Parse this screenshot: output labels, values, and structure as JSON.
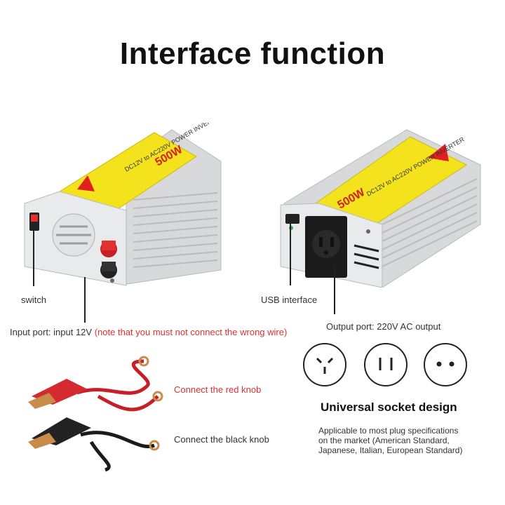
{
  "title": "Interface function",
  "left_device": {
    "label_text": "DC12V to AC220V  POWER INVERTER",
    "wattage": "500W"
  },
  "right_device": {
    "label_text": "DC12V to AC220V  POWER INVERTER",
    "wattage": "500W"
  },
  "callouts": {
    "switch": "switch",
    "usb": "USB interface",
    "input_port": "Input port: input 12V",
    "input_note": "(note that you must not connect the wrong wire)",
    "output_port": "Output port: 220V AC output"
  },
  "clamps": {
    "red_label": "Connect the red knob",
    "black_label": "Connect the black knob"
  },
  "sockets": {
    "heading": "Universal socket design",
    "description_lines": [
      "Applicable to most plug specifications",
      "on the market (American Standard,",
      "Japanese, Italian, European Standard)"
    ]
  },
  "colors": {
    "note_red": "#e03030",
    "label_yellow": "#f4e21c",
    "casing_silver": "#d9dbdd"
  }
}
